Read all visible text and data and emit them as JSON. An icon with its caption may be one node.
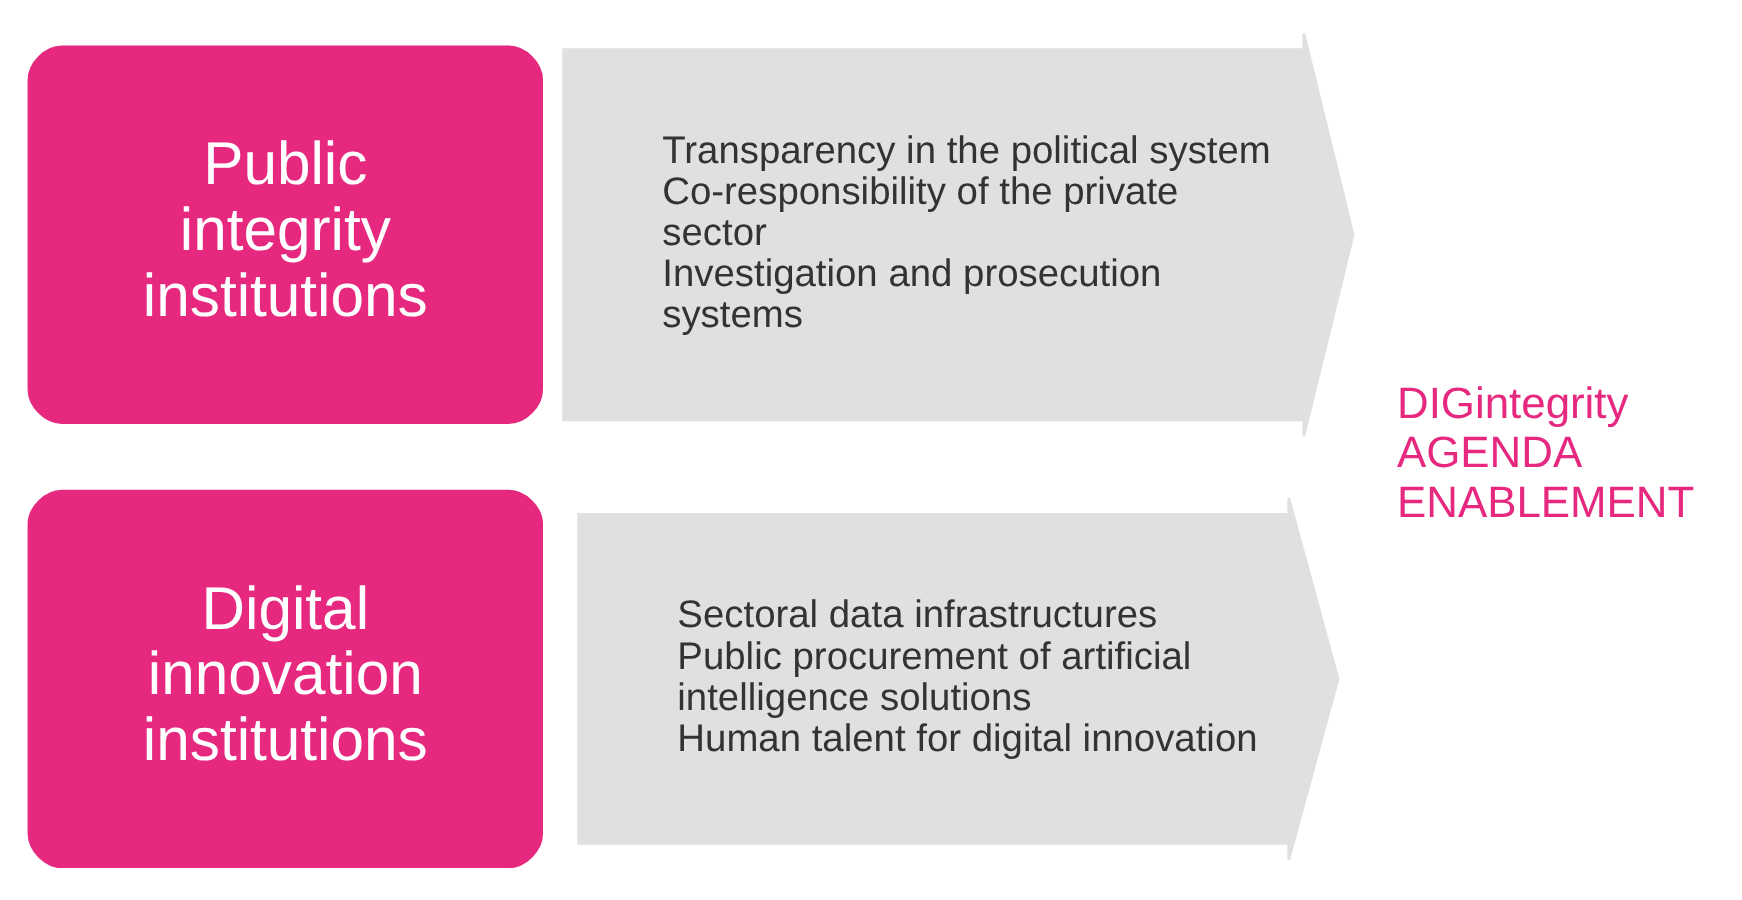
{
  "diagram": {
    "nodes": [
      {
        "text": [
          "Public integrity institutions"
        ]
      },
      {
        "text": [
          "Transparency in the political system",
          "Co-responsibility of the private sector",
          "Investigation and prosecution systems"
        ]
      },
      {
        "text": [
          "Digital innovation institutions"
        ]
      },
      {
        "text": [
          "Sectoral data infrastructures",
          "Public procurement of artificial intelligence solutions",
          "Human talent for digital innovation"
        ]
      }
    ],
    "edges": [],
    "labels": [
      "DIGintegrity AGENDA ENABLEMENT"
    ]
  }
}
